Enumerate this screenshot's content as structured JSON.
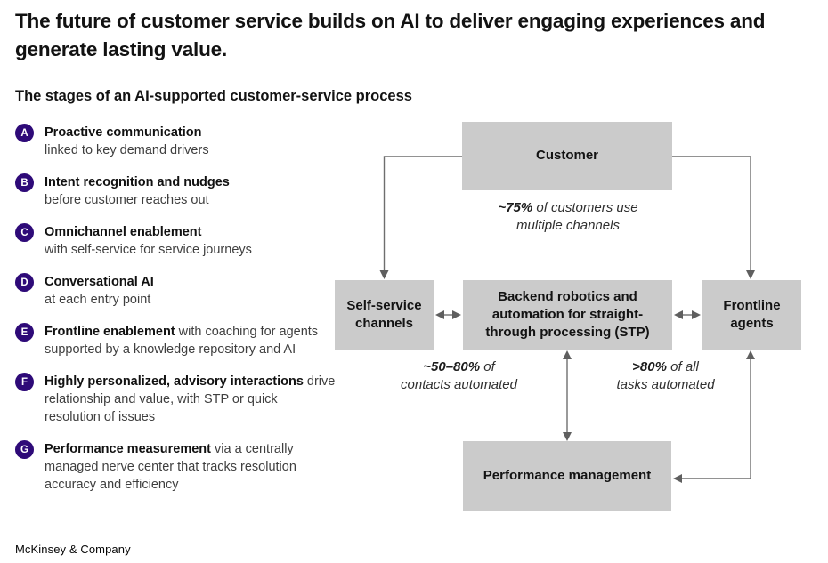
{
  "header": {
    "title": "The future of customer service builds on AI to deliver engaging experiences and generate lasting value.",
    "subtitle": "The stages of an AI-supported customer-service process"
  },
  "legend": {
    "items": [
      {
        "letter": "A",
        "bold": "Proactive communication",
        "rest": "linked to key demand drivers"
      },
      {
        "letter": "B",
        "bold": "Intent recognition and nudges",
        "rest": "before customer reaches out"
      },
      {
        "letter": "C",
        "bold": "Omnichannel enablement",
        "rest": "with self-service for service journeys"
      },
      {
        "letter": "D",
        "bold": "Conversational AI",
        "rest": "at each entry point"
      },
      {
        "letter": "E",
        "bold": "Frontline enablement",
        "rest": " with coaching for agents supported by a knowledge repository and AI"
      },
      {
        "letter": "F",
        "bold": "Highly personalized, advisory interactions",
        "rest": " drive relationship and value, with STP or quick resolution of issues"
      },
      {
        "letter": "G",
        "bold": "Performance measurement",
        "rest": " via a centrally managed nerve center that tracks resolution accuracy and efficiency"
      }
    ]
  },
  "diagram": {
    "nodes": {
      "customer": "Customer",
      "self_service": "Self-service channels",
      "backend": "Backend robotics and automation for straight-through processing (STP)",
      "frontline": "Frontline agents",
      "performance": "Performance management"
    },
    "annotations": {
      "multichannel": {
        "bold": "~75%",
        "rest": " of customers use",
        "line2": "multiple channels"
      },
      "contacts": {
        "bold": "~50–80%",
        "rest": " of",
        "line2": "contacts automated"
      },
      "tasks": {
        "bold": ">80%",
        "rest": " of all",
        "line2": "tasks automated"
      }
    },
    "edges": [
      {
        "from": "Customer",
        "to": "Self-service channels",
        "type": "arrow"
      },
      {
        "from": "Customer",
        "to": "Frontline agents",
        "type": "arrow"
      },
      {
        "from": "Self-service channels",
        "to": "Backend robotics and automation for straight-through processing (STP)",
        "type": "double-arrow"
      },
      {
        "from": "Backend robotics and automation for straight-through processing (STP)",
        "to": "Frontline agents",
        "type": "double-arrow"
      },
      {
        "from": "Backend robotics and automation for straight-through processing (STP)",
        "to": "Performance management",
        "type": "double-arrow"
      },
      {
        "from": "Frontline agents",
        "to": "Performance management",
        "type": "double-arrow"
      }
    ]
  },
  "colors": {
    "badge_purple": "#2e0a78",
    "node_fill": "#cbcbcb",
    "arrow_grey": "#6e6e6e",
    "text_primary": "#121212",
    "text_secondary": "#3f3f3f"
  },
  "footer": {
    "brand": "McKinsey & Company"
  }
}
